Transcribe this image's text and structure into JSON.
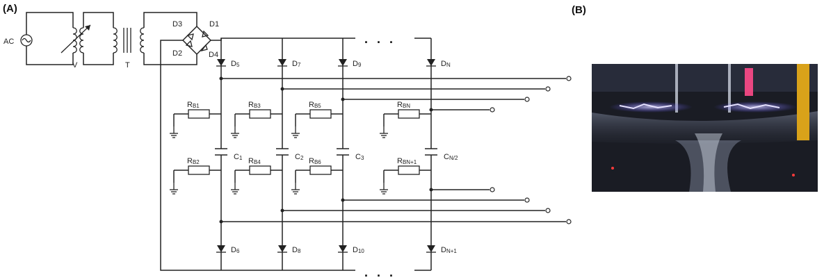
{
  "panel_a_label": "(A)",
  "panel_b_label": "(B)",
  "source": {
    "label": "AC"
  },
  "variac": {
    "label": "V"
  },
  "transformer": {
    "label": "T"
  },
  "bridge": {
    "d3": "D3",
    "d1": "D1",
    "d2": "D2",
    "d4": "D4"
  },
  "top_diodes": [
    {
      "name": "D",
      "sub": "5"
    },
    {
      "name": "D",
      "sub": "7"
    },
    {
      "name": "D",
      "sub": "9"
    },
    {
      "name": "D",
      "sub": "N"
    }
  ],
  "bottom_diodes": [
    {
      "name": "D",
      "sub": "6"
    },
    {
      "name": "D",
      "sub": "8"
    },
    {
      "name": "D",
      "sub": "10"
    },
    {
      "name": "D",
      "sub": "N+1"
    }
  ],
  "capacitors": [
    {
      "name": "C",
      "sub": "1"
    },
    {
      "name": "C",
      "sub": "2"
    },
    {
      "name": "C",
      "sub": "3"
    },
    {
      "name": "C",
      "sub": "N/2"
    }
  ],
  "upper_resistors": [
    {
      "name": "R",
      "sub": "B1"
    },
    {
      "name": "R",
      "sub": "B3"
    },
    {
      "name": "R",
      "sub": "B5"
    },
    {
      "name": "R",
      "sub": "BN"
    }
  ],
  "lower_resistors": [
    {
      "name": "R",
      "sub": "B2"
    },
    {
      "name": "R",
      "sub": "B4"
    },
    {
      "name": "R",
      "sub": "B6"
    },
    {
      "name": "R",
      "sub": "BN+1"
    }
  ],
  "ellipsis": ". . ."
}
